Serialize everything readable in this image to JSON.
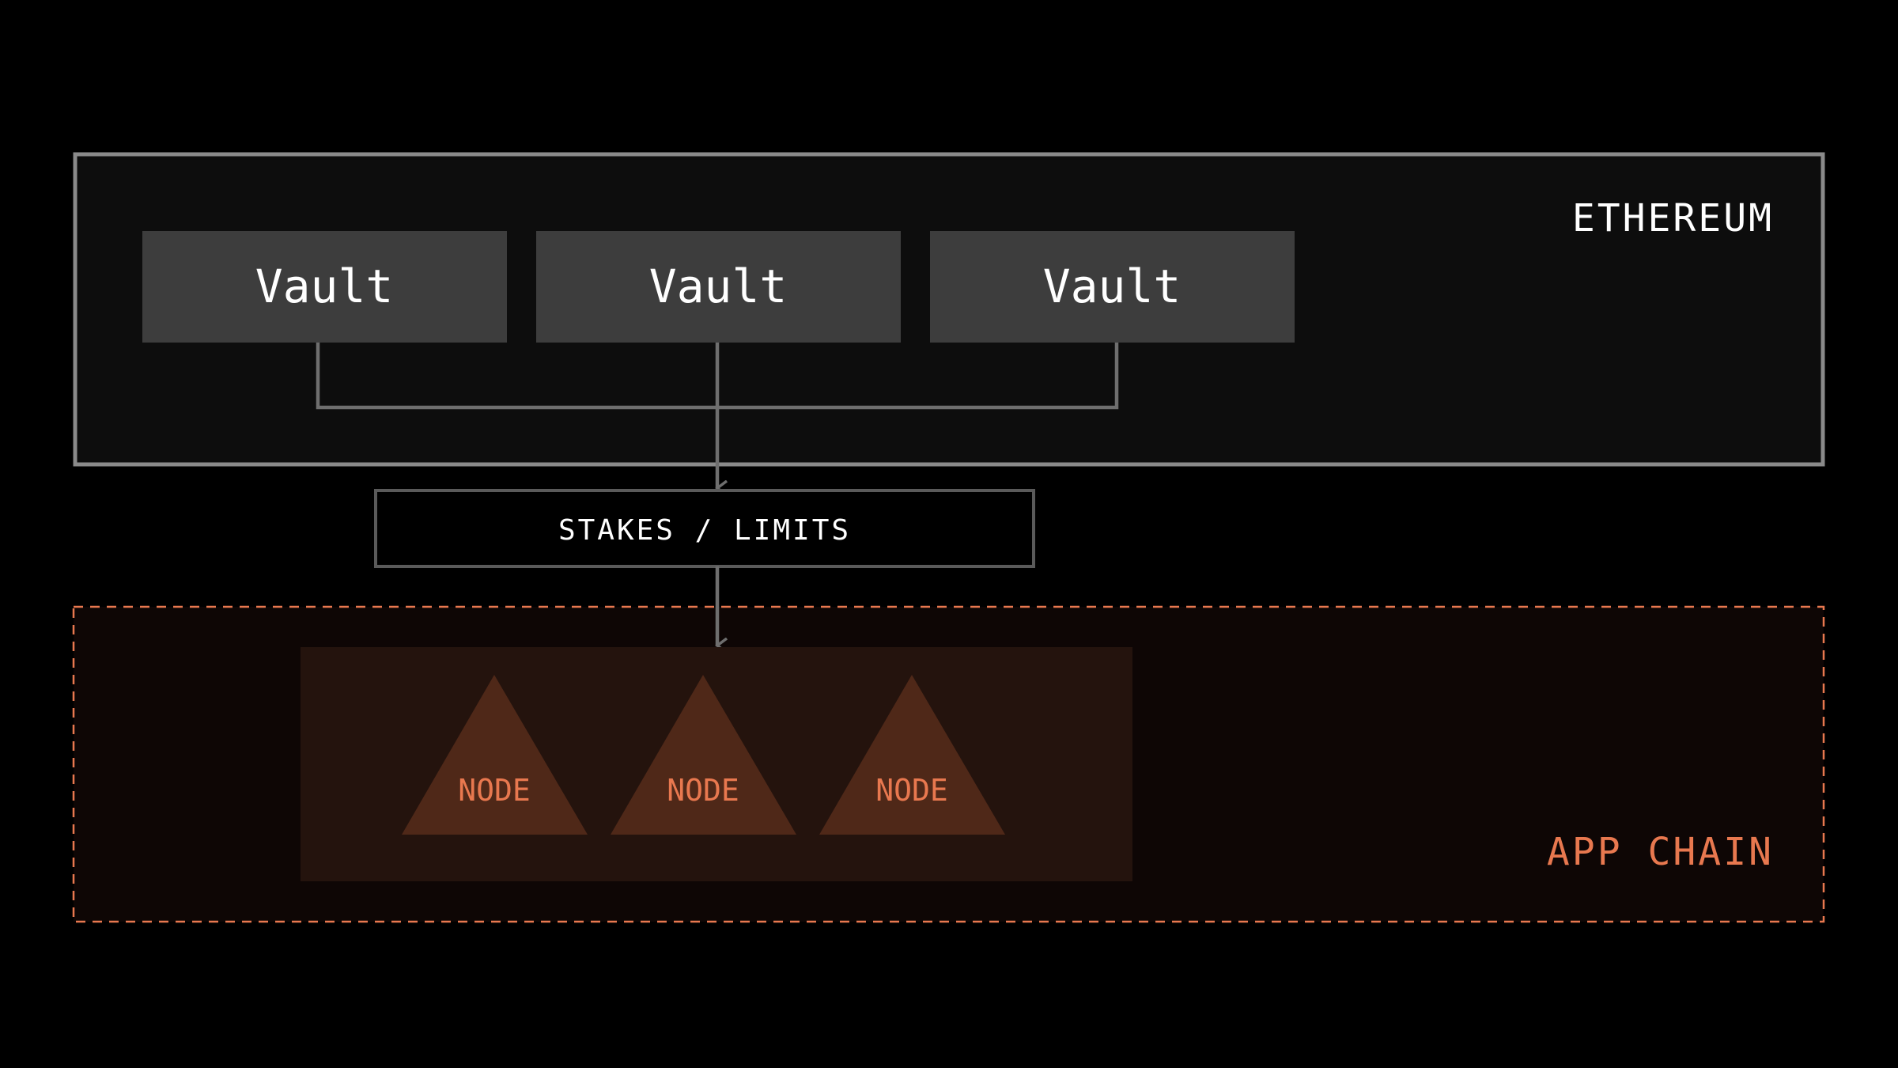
{
  "ethereum": {
    "label": "ETHEREUM",
    "vaults": [
      {
        "label": "Vault"
      },
      {
        "label": "Vault"
      },
      {
        "label": "Vault"
      }
    ]
  },
  "bridge": {
    "label": "STAKES / LIMITS"
  },
  "app_chain": {
    "label": "APP CHAIN",
    "nodes": [
      {
        "label": "NODE"
      },
      {
        "label": "NODE"
      },
      {
        "label": "NODE"
      }
    ]
  },
  "colors": {
    "background": "#000000",
    "ethereum_fill": "#0d0d0d",
    "ethereum_border": "#8a8a8a",
    "vault_fill": "#3d3d3d",
    "connector": "#6e6e6e",
    "app_chain_fill": "#0e0605",
    "app_chain_border": "#e8784f",
    "node_group_fill": "#24130d",
    "node_fill": "#4f2818",
    "accent": "#e8784f"
  }
}
